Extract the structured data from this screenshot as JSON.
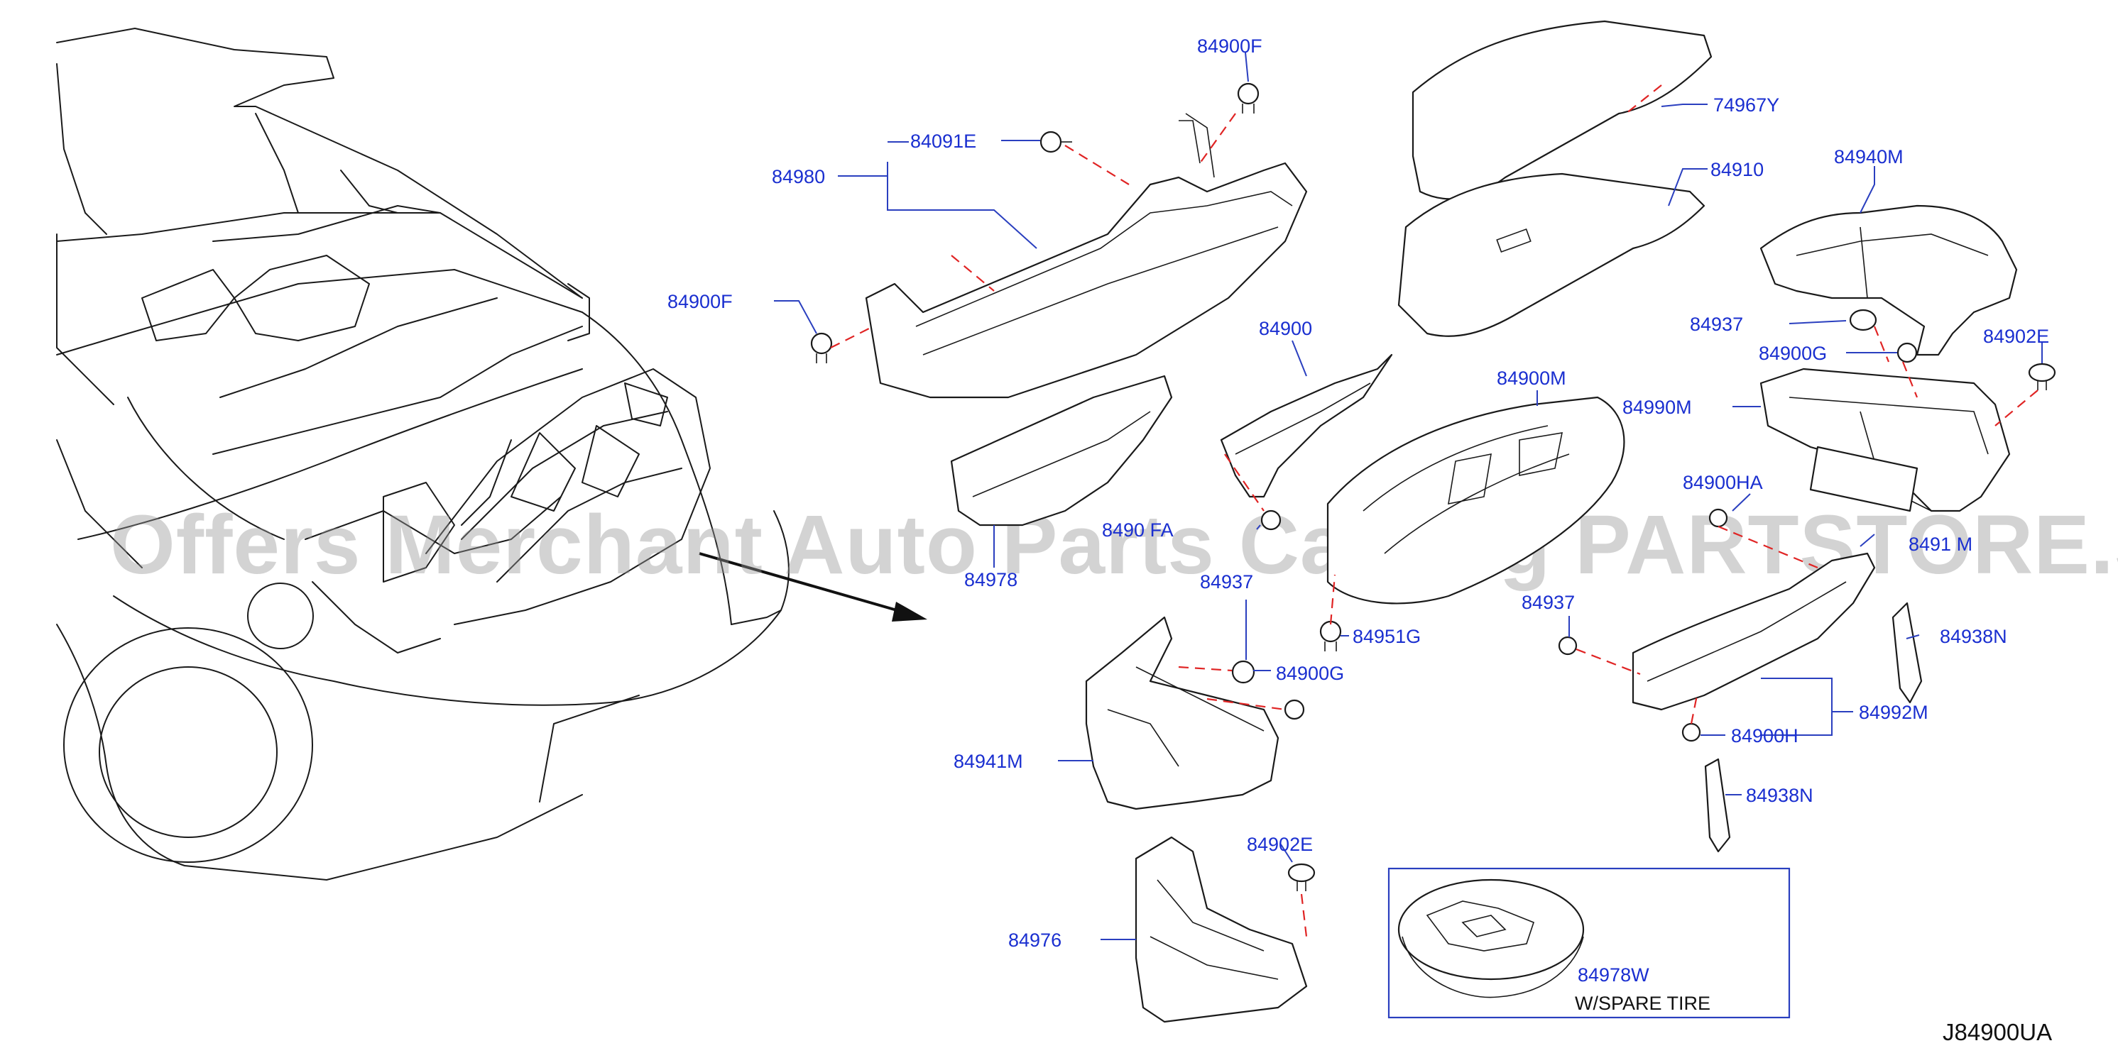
{
  "diagram": {
    "code": "J84900UA",
    "watermark": "Offers Merchant Auto Parts Catalog PARTSTORE.SA",
    "inset_caption": "W/SPARE   TIRE",
    "labels": {
      "p84900F_top": "84900F",
      "p84091E": "84091E",
      "p84980": "84980",
      "p84900F_left": "84900F",
      "p74967Y": "74967Y",
      "p84910": "84910",
      "p84940M": "84940M",
      "p84937_a": "84937",
      "p84900G_a": "84900G",
      "p84902E_a": "84902E",
      "p84900": "84900",
      "p84900M": "84900M",
      "p84990M": "84990M",
      "p84900FA": "8490  FA",
      "p84978": "84978",
      "p84937_b": "84937",
      "p84951G": "84951G",
      "p84900HA": "84900HA",
      "p84937_c": "84937",
      "p84913M": "8491  M",
      "p84938N_a": "84938N",
      "p84900G_b": "84900G",
      "p84941M": "84941M",
      "p84992M": "84992M",
      "p84900H": "84900H",
      "p84938N_b": "84938N",
      "p84902E_b": "84902E",
      "p84976": "84976",
      "p84978W": "84978W"
    }
  }
}
